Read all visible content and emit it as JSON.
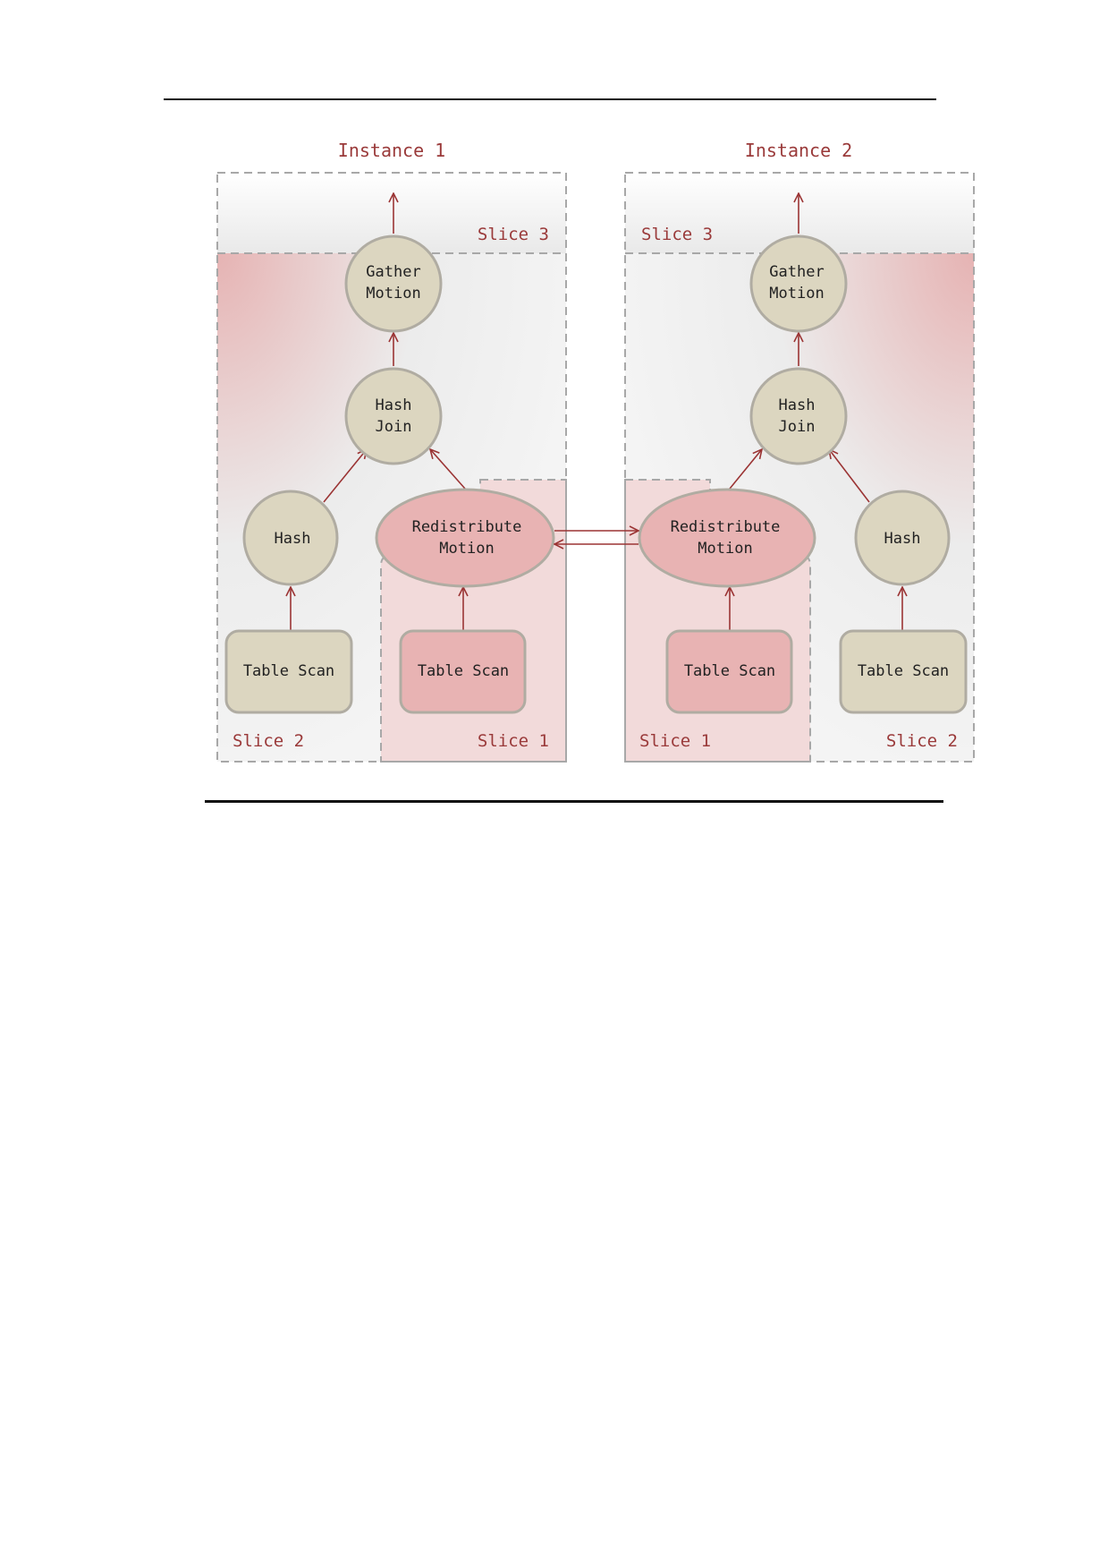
{
  "colors": {
    "arrow": "#9b3434",
    "node_neutral": "#dcd6c0",
    "node_pink": "#e8b3b3",
    "node_border": "#b0aca2",
    "frame_dash": "#a8a8a8",
    "label": "#9a3a3a"
  },
  "instances": [
    {
      "title": "Instance 1",
      "slices": {
        "slice3": "Slice 3",
        "slice2": "Slice 2",
        "slice1": "Slice 1"
      },
      "nodes": {
        "gather": [
          "Gather",
          "Motion"
        ],
        "hash_join": [
          "Hash",
          "Join"
        ],
        "hash": "Hash",
        "redistribute": [
          "Redistribute",
          "Motion"
        ],
        "scan_slice2": "Table Scan",
        "scan_slice1": "Table Scan"
      }
    },
    {
      "title": "Instance 2",
      "slices": {
        "slice3": "Slice 3",
        "slice2": "Slice 2",
        "slice1": "Slice 1"
      },
      "nodes": {
        "gather": [
          "Gather",
          "Motion"
        ],
        "hash_join": [
          "Hash",
          "Join"
        ],
        "hash": "Hash",
        "redistribute": [
          "Redistribute",
          "Motion"
        ],
        "scan_slice2": "Table Scan",
        "scan_slice1": "Table Scan"
      }
    }
  ]
}
